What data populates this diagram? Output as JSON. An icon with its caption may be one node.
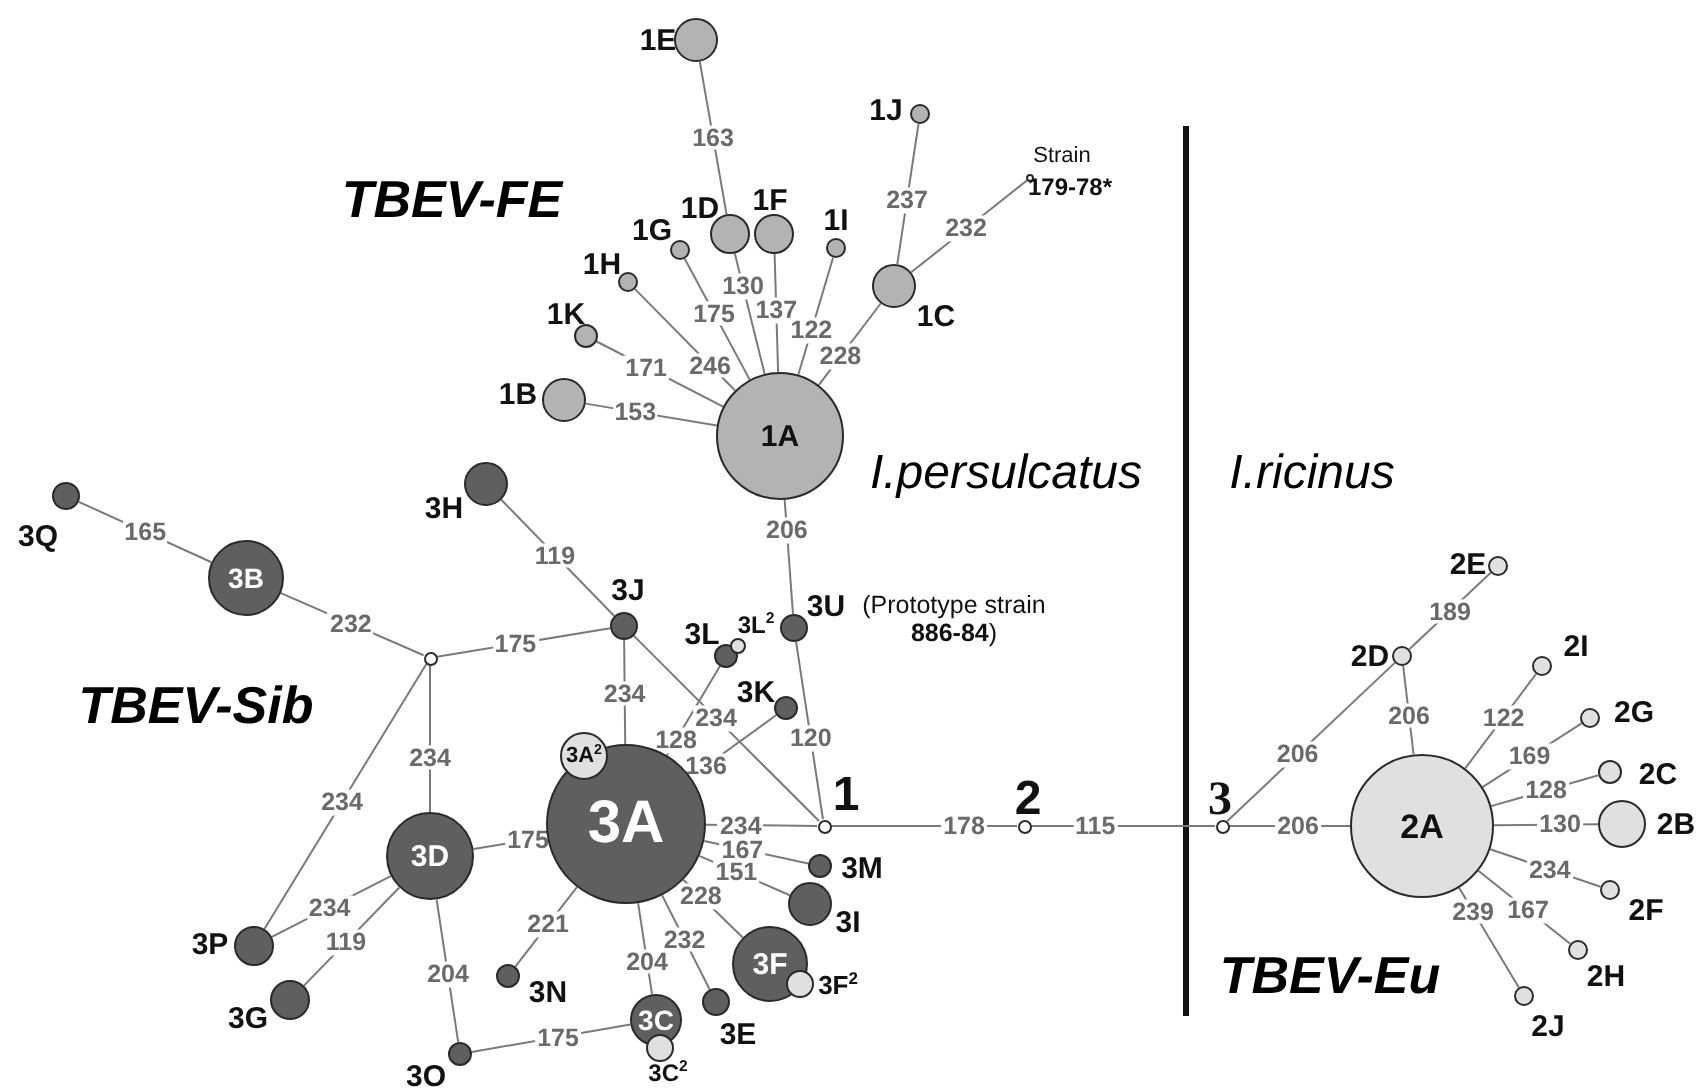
{
  "diagram": {
    "nodes": [
      {
        "text": [],
        "shape": "circle",
        "beside": [
          "1E"
        ]
      },
      {
        "text": [],
        "shape": "circle",
        "beside": [
          "1J"
        ]
      },
      {
        "text": [],
        "shape": "circle",
        "beside": [
          "Strain",
          "179-78*"
        ]
      },
      {
        "text": [],
        "shape": "circle",
        "beside": [
          "1D"
        ]
      },
      {
        "text": [],
        "shape": "circle",
        "beside": [
          "1F"
        ]
      },
      {
        "text": [],
        "shape": "circle",
        "beside": [
          "1G"
        ]
      },
      {
        "text": [],
        "shape": "circle",
        "beside": [
          "1I"
        ]
      },
      {
        "text": [],
        "shape": "circle",
        "beside": [
          "1H"
        ]
      },
      {
        "text": [],
        "shape": "circle",
        "beside": [
          "1K"
        ]
      },
      {
        "text": [],
        "shape": "circle",
        "beside": [
          "1C"
        ]
      },
      {
        "text": [],
        "shape": "circle",
        "beside": [
          "1B"
        ]
      },
      {
        "text": [
          "1A"
        ]
      },
      {
        "text": [],
        "shape": "circle",
        "beside": [
          "3H"
        ]
      },
      {
        "text": [],
        "shape": "circle",
        "beside": [
          "3Q"
        ]
      },
      {
        "text": [
          "3B"
        ]
      },
      {
        "text": [],
        "shape": "circle",
        "beside": [
          "3J"
        ]
      },
      {
        "text": [],
        "shape": "circle"
      },
      {
        "text": [],
        "shape": "circle",
        "beside": [
          "3L"
        ]
      },
      {
        "text": [],
        "shape": "circle",
        "beside": [
          "3L$^{2}$"
        ]
      },
      {
        "text": [],
        "shape": "circle",
        "beside": [
          "3U",
          "(Prototype strain **886-84**)"
        ]
      },
      {
        "text": [],
        "shape": "circle",
        "beside": [
          "3K"
        ]
      },
      {
        "text": [
          "3A"
        ]
      },
      {
        "text": [
          "3A$^{2}$"
        ]
      },
      {
        "text": [],
        "shape": "circle",
        "beside": [
          "1"
        ]
      },
      {
        "text": [],
        "shape": "circle",
        "beside": [
          "2"
        ]
      },
      {
        "text": [],
        "shape": "circle",
        "beside": [
          "3"
        ]
      },
      {
        "text": [
          "3D"
        ]
      },
      {
        "text": [],
        "shape": "circle",
        "beside": [
          "3M"
        ]
      },
      {
        "text": [],
        "shape": "circle",
        "beside": [
          "3I"
        ]
      },
      {
        "text": [],
        "shape": "circle",
        "beside": [
          "3N"
        ]
      },
      {
        "text": [
          "3F"
        ]
      },
      {
        "text": [],
        "shape": "circle",
        "beside": [
          "3F$^{2}$"
        ]
      },
      {
        "text": [],
        "shape": "circle",
        "beside": [
          "3E"
        ]
      },
      {
        "text": [],
        "shape": "circle",
        "beside": [
          "3P"
        ]
      },
      {
        "text": [],
        "shape": "circle",
        "beside": [
          "3G"
        ]
      },
      {
        "text": [],
        "shape": "circle",
        "beside": [
          "3O"
        ]
      },
      {
        "text": [
          "3C"
        ]
      },
      {
        "text": [],
        "shape": "circle",
        "beside": [
          "3C$^{2}$"
        ]
      },
      {
        "text": [],
        "shape": "circle",
        "beside": [
          "2E"
        ]
      },
      {
        "text": [],
        "shape": "circle",
        "beside": [
          "2D"
        ]
      },
      {
        "text": [],
        "shape": "circle",
        "beside": [
          "2I"
        ]
      },
      {
        "text": [],
        "shape": "circle",
        "beside": [
          "2G"
        ]
      },
      {
        "text": [],
        "shape": "circle",
        "beside": [
          "2C"
        ]
      },
      {
        "text": [
          "2A"
        ]
      },
      {
        "text": [],
        "shape": "circle",
        "beside": [
          "2B"
        ]
      },
      {
        "text": [],
        "shape": "circle",
        "beside": [
          "2F"
        ]
      },
      {
        "text": [],
        "shape": "circle",
        "beside": [
          "2H"
        ]
      },
      {
        "text": [],
        "shape": "circle",
        "beside": [
          "2J"
        ]
      }
    ],
    "edges": [
      {
        "from": 11,
        "to": 10,
        "arrow": "none",
        "label": "153"
      },
      {
        "from": 11,
        "to": 8,
        "arrow": "none",
        "label": "171"
      },
      {
        "from": 11,
        "to": 7,
        "arrow": "none",
        "label": "246"
      },
      {
        "from": 11,
        "to": 5,
        "arrow": "none",
        "label": "175"
      },
      {
        "from": 11,
        "to": 3,
        "arrow": "none",
        "label": "130"
      },
      {
        "from": 3,
        "to": 0,
        "arrow": "none",
        "label": "163"
      },
      {
        "from": 11,
        "to": 4,
        "arrow": "none",
        "label": "137"
      },
      {
        "from": 11,
        "to": 6,
        "arrow": "none",
        "label": "122"
      },
      {
        "from": 11,
        "to": 9,
        "arrow": "none",
        "label": "228"
      },
      {
        "from": 9,
        "to": 1,
        "arrow": "none",
        "label": "237"
      },
      {
        "from": 9,
        "to": 2,
        "arrow": "none",
        "label": "232"
      },
      {
        "from": 11,
        "to": 19,
        "arrow": "none",
        "label": "206"
      },
      {
        "from": 19,
        "to": 23,
        "arrow": "none",
        "label": "120"
      },
      {
        "from": 15,
        "to": 23,
        "arrow": "none",
        "label": "234"
      },
      {
        "from": 12,
        "to": 15,
        "arrow": "none",
        "label": "119"
      },
      {
        "from": 15,
        "to": 21,
        "arrow": "none",
        "label": "234"
      },
      {
        "from": 15,
        "to": 16,
        "arrow": "none",
        "label": "175"
      },
      {
        "from": 16,
        "to": 14,
        "arrow": "none",
        "label": "232"
      },
      {
        "from": 14,
        "to": 13,
        "arrow": "none",
        "label": "165"
      },
      {
        "from": 16,
        "to": 26,
        "arrow": "none",
        "label": "234"
      },
      {
        "from": 16,
        "to": 33,
        "arrow": "none",
        "label": "234"
      },
      {
        "from": 26,
        "to": 21,
        "arrow": "none",
        "label": "175"
      },
      {
        "from": 26,
        "to": 33,
        "arrow": "none",
        "label": "234"
      },
      {
        "from": 26,
        "to": 34,
        "arrow": "none",
        "label": "119"
      },
      {
        "from": 26,
        "to": 35,
        "arrow": "none",
        "label": "204"
      },
      {
        "from": 35,
        "to": 36,
        "arrow": "none",
        "label": "175"
      },
      {
        "from": 21,
        "to": 17,
        "arrow": "none",
        "label": "128"
      },
      {
        "from": 21,
        "to": 20,
        "arrow": "none",
        "label": "136"
      },
      {
        "from": 21,
        "to": 23,
        "arrow": "none",
        "label": "234"
      },
      {
        "from": 21,
        "to": 27,
        "arrow": "none",
        "label": "167"
      },
      {
        "from": 21,
        "to": 28,
        "arrow": "none",
        "label": "151"
      },
      {
        "from": 21,
        "to": 30,
        "arrow": "none",
        "label": "228"
      },
      {
        "from": 21,
        "to": 32,
        "arrow": "none",
        "label": "232"
      },
      {
        "from": 21,
        "to": 36,
        "arrow": "none",
        "label": "204"
      },
      {
        "from": 21,
        "to": 29,
        "arrow": "none",
        "label": "221"
      },
      {
        "from": 23,
        "to": 24,
        "arrow": "none",
        "label": "178"
      },
      {
        "from": 24,
        "to": 25,
        "arrow": "none",
        "label": "115"
      },
      {
        "from": 25,
        "to": 43,
        "arrow": "none",
        "label": "206"
      },
      {
        "from": 25,
        "to": 39,
        "arrow": "none",
        "label": "206"
      },
      {
        "from": 39,
        "to": 38,
        "arrow": "none",
        "label": "189"
      },
      {
        "from": 39,
        "to": 43,
        "arrow": "none",
        "label": "206"
      },
      {
        "from": 43,
        "to": 40,
        "arrow": "none",
        "label": "122"
      },
      {
        "from": 43,
        "to": 41,
        "arrow": "none",
        "label": "169"
      },
      {
        "from": 43,
        "to": 42,
        "arrow": "none",
        "label": "128"
      },
      {
        "from": 43,
        "to": 44,
        "arrow": "none",
        "label": "130"
      },
      {
        "from": 43,
        "to": 45,
        "arrow": "none",
        "label": "234"
      },
      {
        "from": 43,
        "to": 46,
        "arrow": "none",
        "label": "167"
      },
      {
        "from": 43,
        "to": 47,
        "arrow": "none",
        "label": "239"
      }
    ],
    "labels": [
      "TBEV-FE",
      "I.persulcatus",
      "I.ricinus",
      "TBEV-Sib",
      "TBEV-Eu"
    ]
  }
}
